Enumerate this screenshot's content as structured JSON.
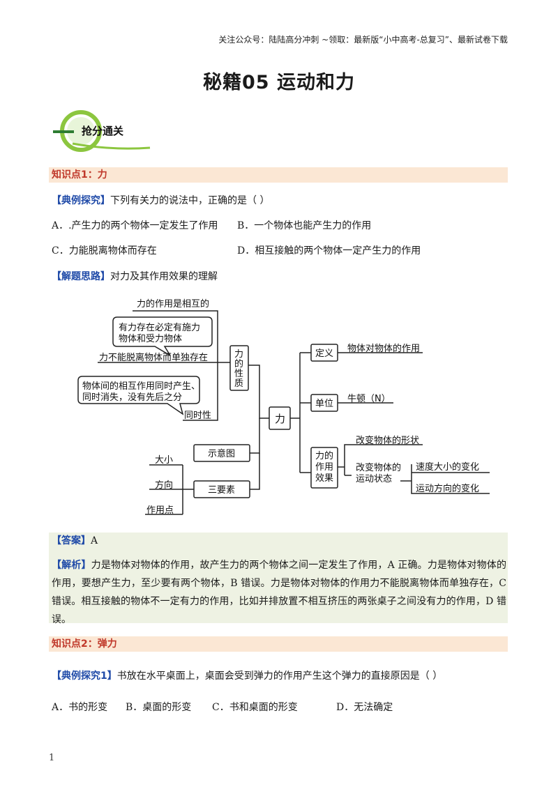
{
  "header": {
    "top_note": "关注公众号：陆陆高分冲刺 ~领取：最新版“小中高考-总复习”、最新试卷下载",
    "title": "秘籍05  运动和力"
  },
  "badge": {
    "label": "抢分通关"
  },
  "section1": {
    "heading": "知识点1：力",
    "example_tag": "【典例探究】",
    "question": "下列有关力的说法中，正确的是（    ）",
    "options": {
      "a": "A．.产生力的两个物体一定发生了作用",
      "b": "B．一个物体也能产生力的作用",
      "c": "C．力能脱离物体而存在",
      "d": "D．相互接触的两个物体一定产生力的作用"
    },
    "thinking_tag": "【解题思路】",
    "thinking": "对力及其作用效果的理解",
    "diagram": {
      "center": "力",
      "nature": "力的性质",
      "mutual": "力的作用是相互的",
      "bubble1_line1": "有力存在必定有施力",
      "bubble1_line2": "物体和受力物体",
      "not_detach": "力不能脱离物体而单独存在",
      "bubble2_line1": "物体间的相互作用同时产生、",
      "bubble2_line2": "同时消失，没有先后之分",
      "simultaneity": "同时性",
      "schematic": "示意图",
      "three_elements": "三要素",
      "magnitude": "大小",
      "direction": "方向",
      "point": "作用点",
      "definition": "定义",
      "definition_text": "物体对物体的作用",
      "unit": "单位",
      "unit_text": "牛顿（N）",
      "effect": "力的作用效果",
      "shape_change": "改变物体的形状",
      "motion_change_line1": "改变物体的",
      "motion_change_line2": "运动状态",
      "speed_change": "速度大小的变化",
      "direction_change": "运动方向的变化"
    },
    "answer_tag": "【答案】",
    "answer": "A",
    "analysis_tag": "【解析】",
    "analysis": "力是物体对物体的作用，故产生力的两个物体之间一定发生了作用，A 正确。力是物体对物体的作用，要想产生力，至少要有两个物体，B 错误。力是物体对物体的作用力不能脱离物体而单独存在，C 错误。相互接触的物体不一定有力的作用，比如并排放置不相互挤压的两张桌子之间没有力的作用，D 错误。"
  },
  "section2": {
    "heading": "知识点2：弹力",
    "example_tag": "【典例探究1】",
    "question": "书放在水平桌面上，桌面会受到弹力的作用产生这个弹力的直接原因是（    ）",
    "options": {
      "a": "A．书的形变",
      "b": "B．桌面的形变",
      "c": "C．书和桌面的形变",
      "d": "D．无法确定"
    }
  },
  "footer": {
    "page": "1"
  }
}
